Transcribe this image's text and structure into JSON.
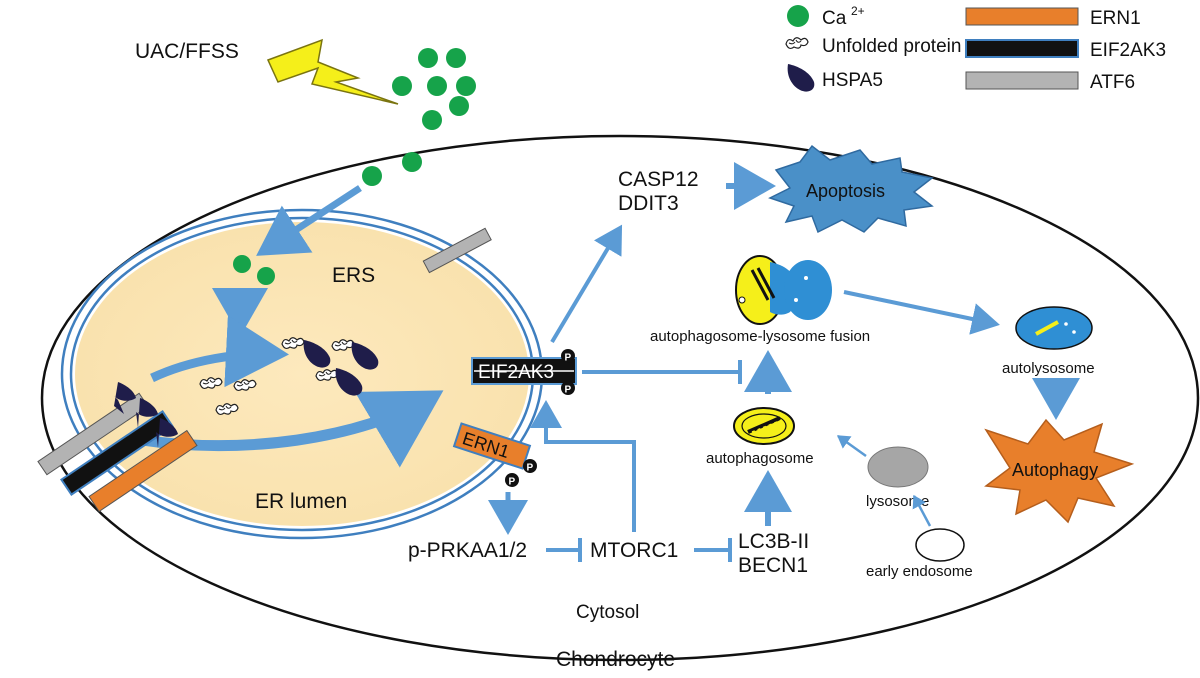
{
  "legend": {
    "calcium": "Ca",
    "calcium_sup": "2+",
    "unfolded_protein": "Unfolded protein",
    "hspa5": "HSPA5",
    "ern1": "ERN1",
    "eif2ak3": "EIF2AK3",
    "atf6": "ATF6"
  },
  "colors": {
    "calcium": "#16a34a",
    "hspa5": "#1f1d4a",
    "ern1": "#e87f2b",
    "eif2ak3": "#111111",
    "atf6": "#b3b3b3",
    "arrow": "#5b9bd5",
    "er_lumen": "#fbe6b8",
    "apoptosis": "#4a90c8",
    "autophagy": "#e87f2b"
  },
  "labels": {
    "stimulus": "UAC/FFSS",
    "ers": "ERS",
    "er_lumen": "ER lumen",
    "eif2ak3": "EIF2AK3",
    "ern1": "ERN1",
    "phospho": "P",
    "casp12": "CASP12",
    "ddit3": "DDIT3",
    "apoptosis": "Apoptosis",
    "fusion": "autophagosome-lysosome fusion",
    "autolysosome": "autolysosome",
    "autophagy": "Autophagy",
    "autophagosome": "autophagosome",
    "lysosome": "lysosome",
    "early_endosome": "early endosome",
    "prkaa": "p-PRKAA1/2",
    "mtorc1": "MTORC1",
    "lc3b": "LC3B-II",
    "becn1": "BECN1",
    "cytosol": "Cytosol",
    "chondrocyte": "Chondrocyte"
  }
}
